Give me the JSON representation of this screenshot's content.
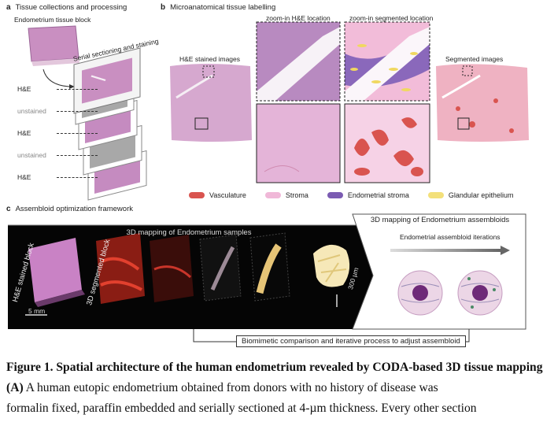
{
  "panel_a": {
    "letter": "a",
    "title": "Tissue collections and processing",
    "block_label": "Endometrium tissue block",
    "serial_label": "Serial sectioning and staining",
    "stain_labels": [
      "H&E",
      "unstained",
      "H&E",
      "unstained",
      "H&E"
    ]
  },
  "panel_b": {
    "letter": "b",
    "title": "Microanatomical tissue labelling",
    "he_images_label": "H&E stained images",
    "zoom_he_label": "zoom-in H&E location",
    "zoom_seg_label": "zoom-in segmented location",
    "segmented_label": "Segmented images",
    "legend": [
      {
        "label": "Vasculature",
        "color": "#d9544f"
      },
      {
        "label": "Stroma",
        "color": "#f0b8d8"
      },
      {
        "label": "Endometrial stroma",
        "color": "#7b5bb2"
      },
      {
        "label": "Glandular epithelium",
        "color": "#f3e07a"
      }
    ]
  },
  "panel_c": {
    "letter": "c",
    "title": "Assembloid optimization framework",
    "mapping_samples": "3D mapping of Endometrium samples",
    "mapping_assembloids": "3D mapping of Endometrium assembloids",
    "he_block": "H&E stained block",
    "seg_block": "3D segmented block",
    "scale_5mm": "5 mm",
    "scale_300um": "300 µm",
    "iterations": "Endometrial assembloid iterations",
    "comparison": "Biomimetic comparison and iterative process to adjust assembloid"
  },
  "caption": {
    "fig_label": "Figure 1. Spatial architecture of the human endometrium revealed by CODA-based 3D tissue mapping",
    "panel_ref": "(A)",
    "text1": " A human eutopic endometrium obtained from donors with no history of disease was",
    "line3": "formalin fixed, paraffin embedded and serially sectioned at 4-µm thickness. Every other section"
  }
}
